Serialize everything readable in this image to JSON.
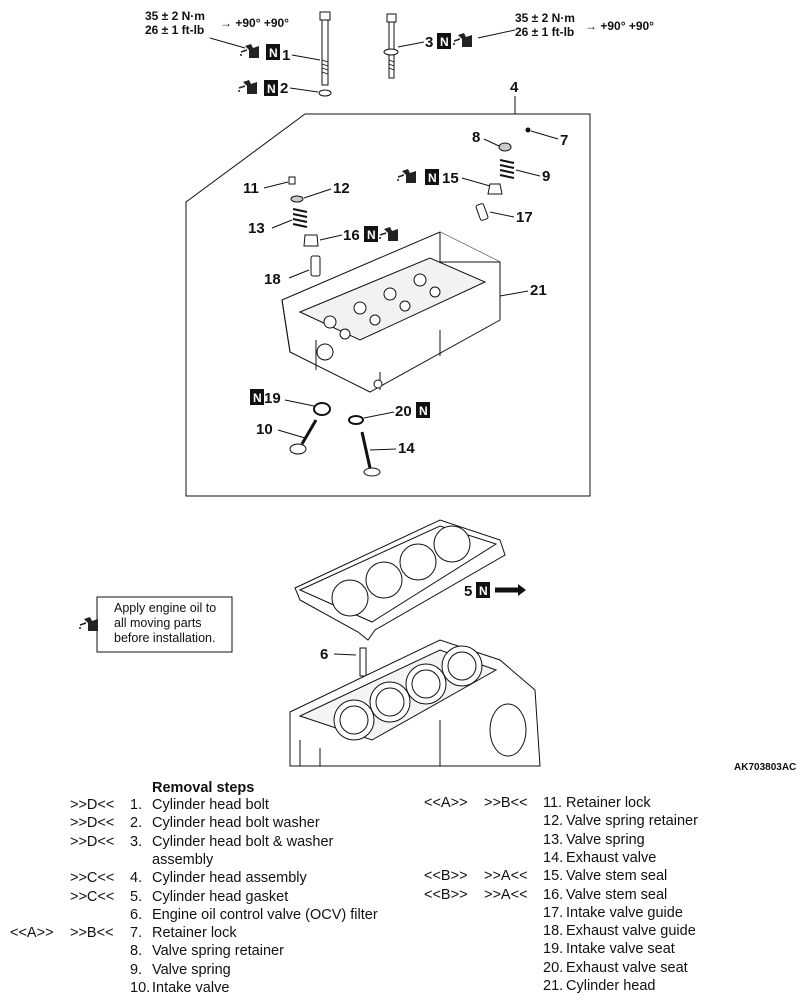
{
  "torque_left": {
    "line1": "35 ± 2 N·m",
    "line2": "26 ± 1 ft-lb",
    "angle": "→ +90° +90°"
  },
  "torque_right": {
    "line1": "35 ± 2 N·m",
    "line2": "26 ± 1 ft-lb",
    "angle": "→ +90° +90°"
  },
  "note": {
    "line1": "Apply engine oil to",
    "line2": "all moving parts",
    "line3": "before installation."
  },
  "callouts": {
    "c1": "1",
    "c2": "2",
    "c3": "3",
    "c4": "4",
    "c5": "5",
    "c6": "6",
    "c7": "7",
    "c8": "8",
    "c9": "9",
    "c10": "10",
    "c11": "11",
    "c12": "12",
    "c13": "13",
    "c14": "14",
    "c15": "15",
    "c16": "16",
    "c17": "17",
    "c18": "18",
    "c19": "19",
    "c20": "20",
    "c21": "21"
  },
  "n_mark": "N",
  "figure_code": "AK703803AC",
  "removal": {
    "title": "Removal steps",
    "left": [
      {
        "a": "",
        "b": ">>D<<",
        "num": "1.",
        "text": "Cylinder head bolt"
      },
      {
        "a": "",
        "b": ">>D<<",
        "num": "2.",
        "text": "Cylinder head bolt washer"
      },
      {
        "a": "",
        "b": ">>D<<",
        "num": "3.",
        "text": "Cylinder head bolt & washer"
      },
      {
        "a": "",
        "b": "",
        "num": "",
        "text": "assembly"
      },
      {
        "a": "",
        "b": ">>C<<",
        "num": "4.",
        "text": "Cylinder head assembly"
      },
      {
        "a": "",
        "b": ">>C<<",
        "num": "5.",
        "text": "Cylinder head gasket"
      },
      {
        "a": "",
        "b": "",
        "num": "6.",
        "text": "Engine oil control valve (OCV) filter"
      },
      {
        "a": "<<A>>",
        "b": ">>B<<",
        "num": "7.",
        "text": "Retainer lock"
      },
      {
        "a": "",
        "b": "",
        "num": "8.",
        "text": "Valve spring retainer"
      },
      {
        "a": "",
        "b": "",
        "num": "9.",
        "text": "Valve spring"
      },
      {
        "a": "",
        "b": "",
        "num": "10.",
        "text": "Intake valve"
      }
    ],
    "right": [
      {
        "a": "<<A>>",
        "b": ">>B<<",
        "num": "11.",
        "text": "Retainer lock"
      },
      {
        "a": "",
        "b": "",
        "num": "12.",
        "text": "Valve spring retainer"
      },
      {
        "a": "",
        "b": "",
        "num": "13.",
        "text": "Valve spring"
      },
      {
        "a": "",
        "b": "",
        "num": "14.",
        "text": "Exhaust valve"
      },
      {
        "a": "<<B>>",
        "b": ">>A<<",
        "num": "15.",
        "text": "Valve stem seal"
      },
      {
        "a": "<<B>>",
        "b": ">>A<<",
        "num": "16.",
        "text": "Valve stem seal"
      },
      {
        "a": "",
        "b": "",
        "num": "17.",
        "text": "Intake valve guide"
      },
      {
        "a": "",
        "b": "",
        "num": "18.",
        "text": "Exhaust valve guide"
      },
      {
        "a": "",
        "b": "",
        "num": "19.",
        "text": "Intake valve seat"
      },
      {
        "a": "",
        "b": "",
        "num": "20.",
        "text": "Exhaust valve seat"
      },
      {
        "a": "",
        "b": "",
        "num": "21.",
        "text": "Cylinder head"
      }
    ]
  }
}
